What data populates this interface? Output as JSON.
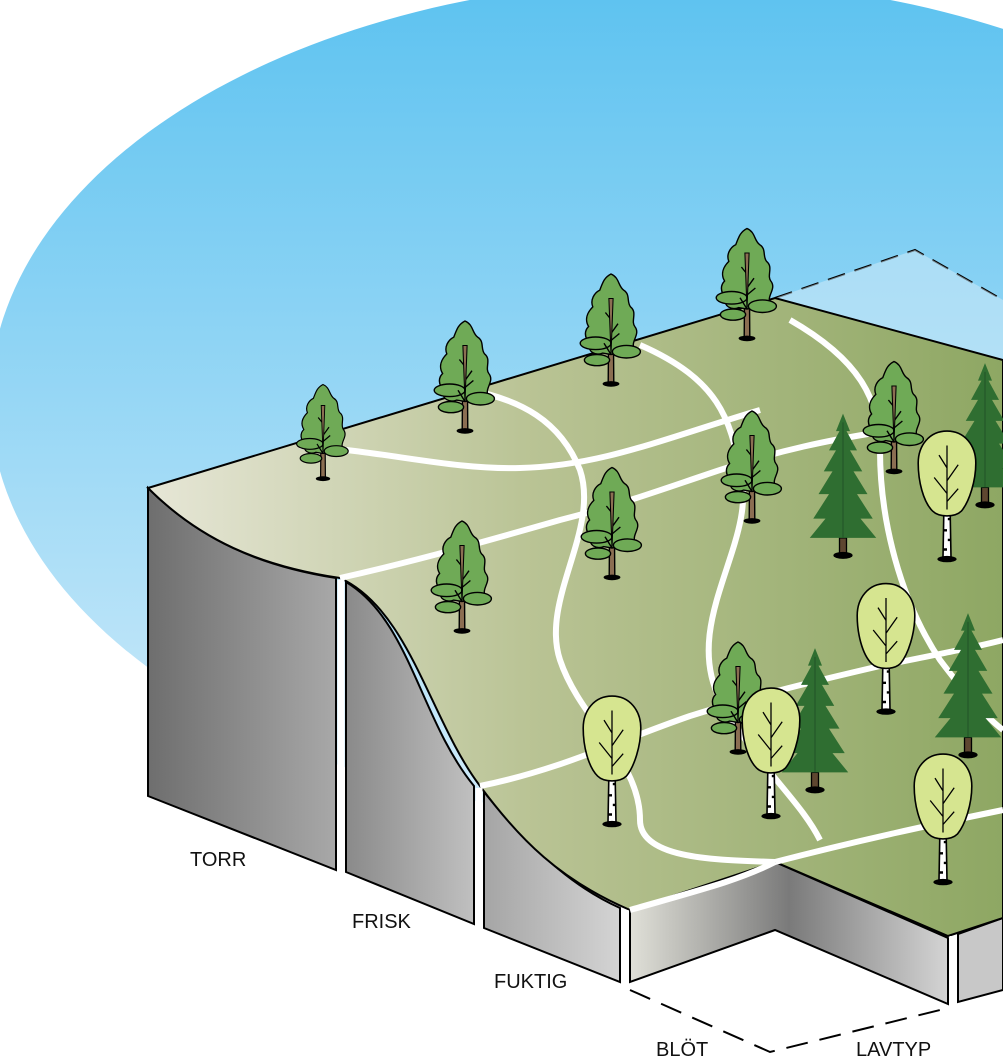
{
  "labels": {
    "torr": "TORR",
    "frisk": "FRISK",
    "fuktig": "FUKTIG",
    "blot": "BLÖT",
    "lavtyp": "LAVTYP"
  },
  "colors": {
    "sky_top": "#5cc2f0",
    "sky_bottom": "#d2ecfa",
    "ground_dry": "#e6e6d6",
    "ground_moist": "#9cb076",
    "ground_wet": "#8ea763",
    "side_dark": "#6e6e6e",
    "side_light": "#d4d4d4",
    "pine_canopy": "#6faa56",
    "pine_trunk": "#8b6e52",
    "spruce": "#2f6e31",
    "spruce_trunk": "#5e4630",
    "birch_leaf": "#d6e590",
    "outline": "#000000",
    "zone_line": "#ffffff"
  },
  "icons": {
    "pine": "pine-tree-icon",
    "spruce": "spruce-tree-icon",
    "birch": "birch-tree-icon"
  }
}
